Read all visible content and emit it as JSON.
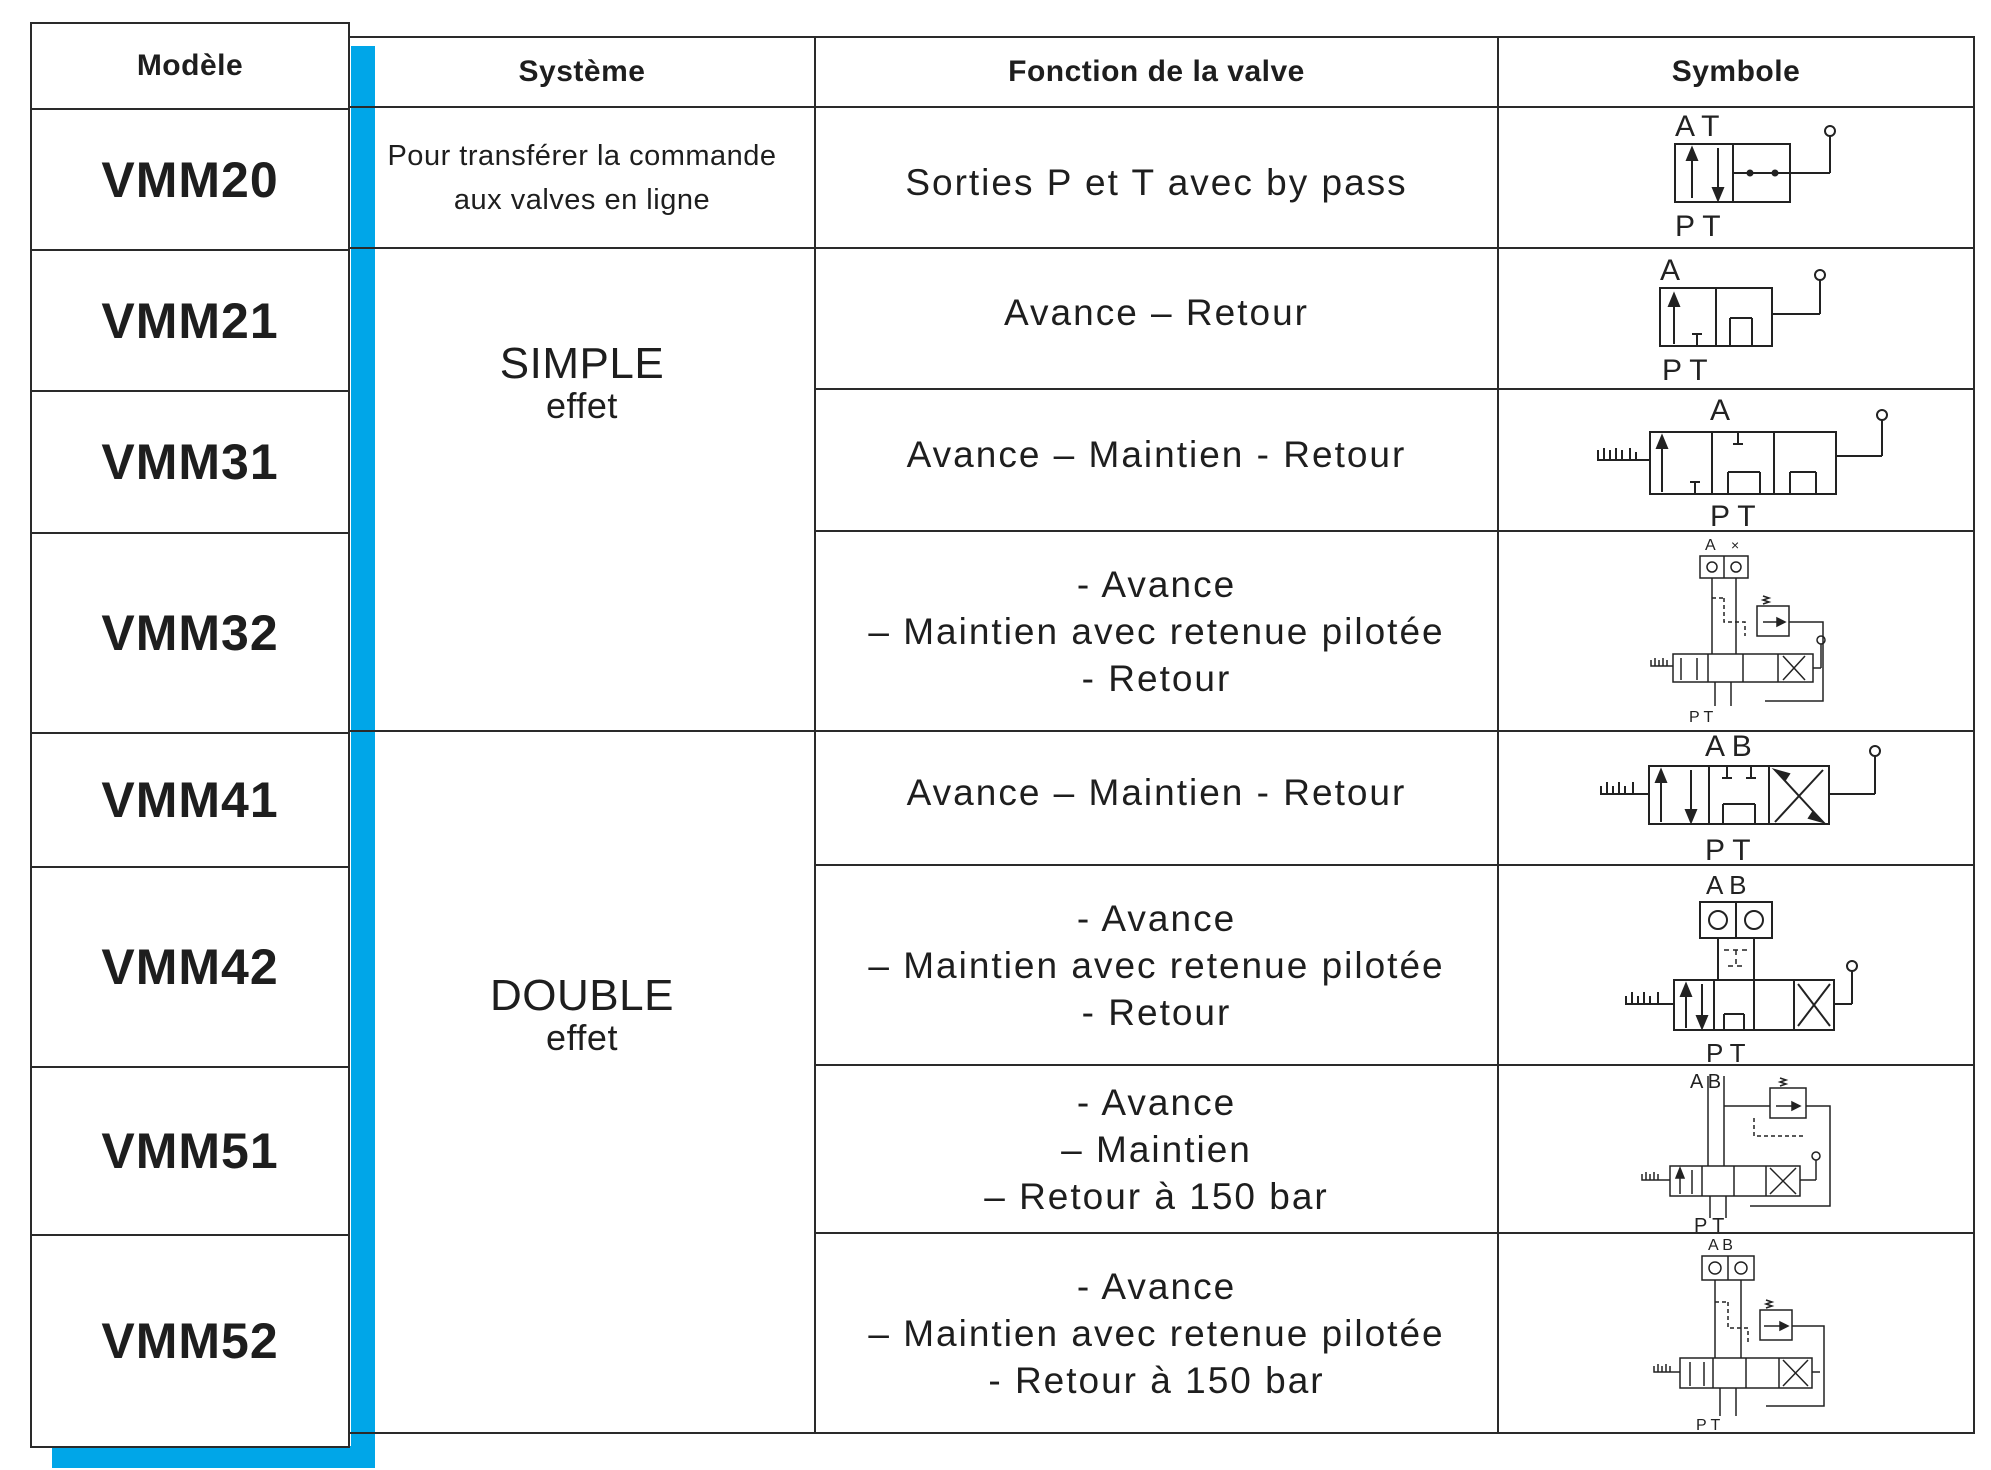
{
  "headers": {
    "model": "Modèle",
    "system": "Système",
    "function": "Fonction de la valve",
    "symbol": "Symbole"
  },
  "system_groups": {
    "transfer": {
      "line1": "Pour transférer la commande",
      "line2": "aux valves en ligne"
    },
    "simple": {
      "main": "SIMPLE",
      "sub": "effet"
    },
    "double": {
      "main": "DOUBLE",
      "sub": "effet"
    }
  },
  "rows": [
    {
      "model": "VMM20",
      "function_lines": [
        "Sorties P et T avec by pass"
      ],
      "ports_top": "A T",
      "ports_bottom": "P T"
    },
    {
      "model": "VMM21",
      "function_lines": [
        "Avance – Retour"
      ],
      "ports_top": "A",
      "ports_bottom": "P T"
    },
    {
      "model": "VMM31",
      "function_lines": [
        "Avance – Maintien - Retour"
      ],
      "ports_top": "A",
      "ports_bottom": "P T"
    },
    {
      "model": "VMM32",
      "function_lines": [
        "- Avance",
        "– Maintien avec retenue pilotée",
        "- Retour"
      ],
      "ports_top": "A",
      "ports_bottom": "P T"
    },
    {
      "model": "VMM41",
      "function_lines": [
        "Avance – Maintien - Retour"
      ],
      "ports_top": "A B",
      "ports_bottom": "P T"
    },
    {
      "model": "VMM42",
      "function_lines": [
        "- Avance",
        "– Maintien avec retenue pilotée",
        "- Retour"
      ],
      "ports_top": "A B",
      "ports_bottom": "P T"
    },
    {
      "model": "VMM51",
      "function_lines": [
        "- Avance",
        "– Maintien",
        "– Retour à 150 bar"
      ],
      "ports_top": "A B",
      "ports_bottom": "P T"
    },
    {
      "model": "VMM52",
      "function_lines": [
        "- Avance",
        "– Maintien avec retenue pilotée",
        "- Retour à 150 bar"
      ],
      "ports_top": "A B",
      "ports_bottom": "P T"
    }
  ],
  "colors": {
    "accent": "#00a6e8",
    "line": "#2a2a2a",
    "text": "#1e1e1e"
  }
}
